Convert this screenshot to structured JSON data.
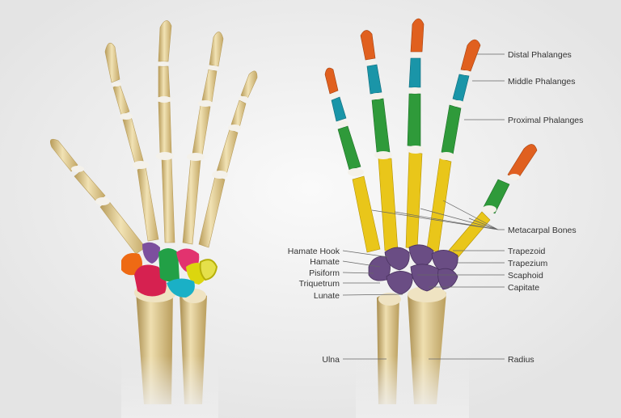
{
  "labels": {
    "distal_phalanges": "Distal Phalanges",
    "middle_phalanges": "Middle Phalanges",
    "proximal_phalanges": "Proximal Phalanges",
    "metacarpal_bones": "Metacarpal Bones",
    "trapezoid": "Trapezoid",
    "trapezium": "Trapezium",
    "scaphoid": "Scaphoid",
    "capitate": "Capitate",
    "hamate_hook": "Hamate Hook",
    "hamate": "Hamate",
    "pisiform": "Pisiform",
    "triquetrum": "Triquetrum",
    "lunate": "Lunate",
    "ulna": "Ulna",
    "radius": "Radius"
  },
  "colors": {
    "background": "#ededed",
    "bone": "#e3cf96",
    "bone_shadow": "#b89c5a",
    "joint": "#f4f1ea",
    "distal": "#e0601f",
    "middle": "#1a95a8",
    "proximal": "#2f9a3a",
    "metacarpal": "#e9c61a",
    "carpal_purple": "#6a4d84",
    "carpal_orange": "#ee6a14",
    "carpal_crimson": "#d62150",
    "carpal_green": "#22a046",
    "carpal_pink": "#e2336f",
    "carpal_yellow": "#dcd60e",
    "carpal_teal": "#1ab0c6",
    "carpal_violet": "#7c4f9e",
    "leader": "#666666",
    "text": "#333333"
  }
}
